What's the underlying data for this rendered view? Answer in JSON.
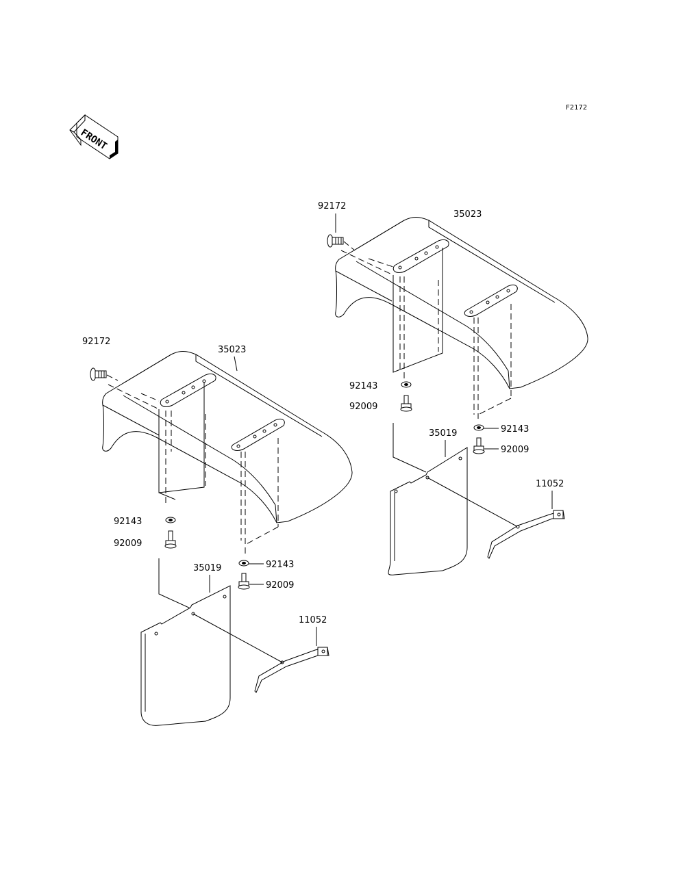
{
  "figure_code": "F2172",
  "front_label": "FRONT",
  "parts": {
    "screw": "92172",
    "fender": "35023",
    "washer": "92143",
    "bolt": "92009",
    "mud_flap": "35019",
    "bracket": "11052"
  }
}
